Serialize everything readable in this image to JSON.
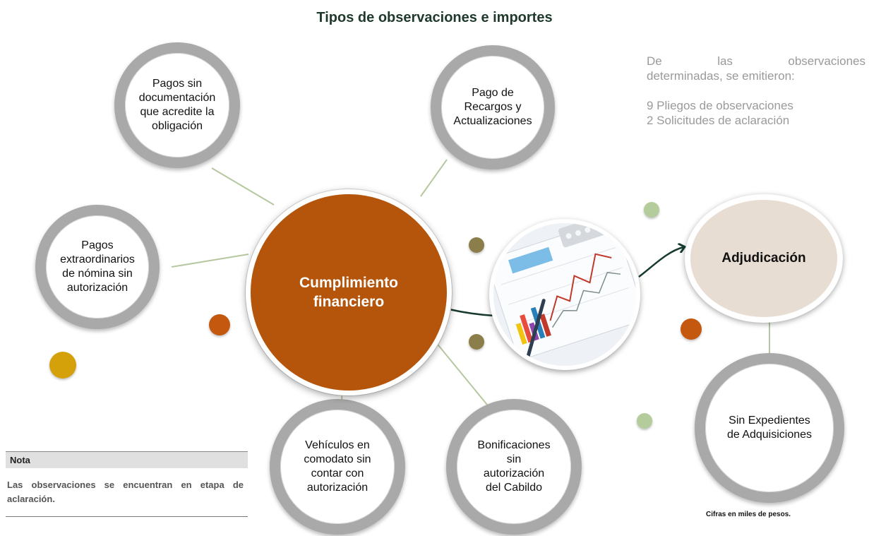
{
  "title": "Tipos de observaciones e importes",
  "hub": {
    "label": "Cumplimiento\nfinanciero"
  },
  "satellites": {
    "pagos_sin_documentacion": "Pagos sin\ndocumentación\nque acredite la\nobligación",
    "pago_recargos": "Pago de\nRecargos y\nActualizaciones",
    "pagos_extraordinarios": "Pagos\nextraordinarios\nde nómina sin\nautorización",
    "vehiculos_comodato": "Vehículos en\ncomodato sin\ncontar con\nautorización",
    "bonificaciones": "Bonificaciones\nsin\nautorización\ndel Cabildo",
    "sin_expedientes": "Sin Expedientes\nde Adquisiciones"
  },
  "adjudicacion": {
    "label": "Adjudicación"
  },
  "info": {
    "intro_line1": "De las observaciones",
    "intro_line2": "determinadas, se emitieron:",
    "items": [
      "9 Pliegos de observaciones",
      "2 Solicitudes de aclaración"
    ]
  },
  "note": {
    "heading": "Nota",
    "body": "Las observaciones se encuentran en etapa de aclaración."
  },
  "footer": "Cifras en miles de pesos.",
  "colors": {
    "hub": "#b5550b",
    "connector": "#b5c8a0",
    "arrow": "#173a30",
    "ring": "#a9a9a9",
    "adjudicacion_fill": "#e8ddd3",
    "dot_olive": "#8b7e4a",
    "dot_orange": "#c5580f",
    "dot_gold": "#d4a10a",
    "dot_green": "#b4cc9c"
  }
}
